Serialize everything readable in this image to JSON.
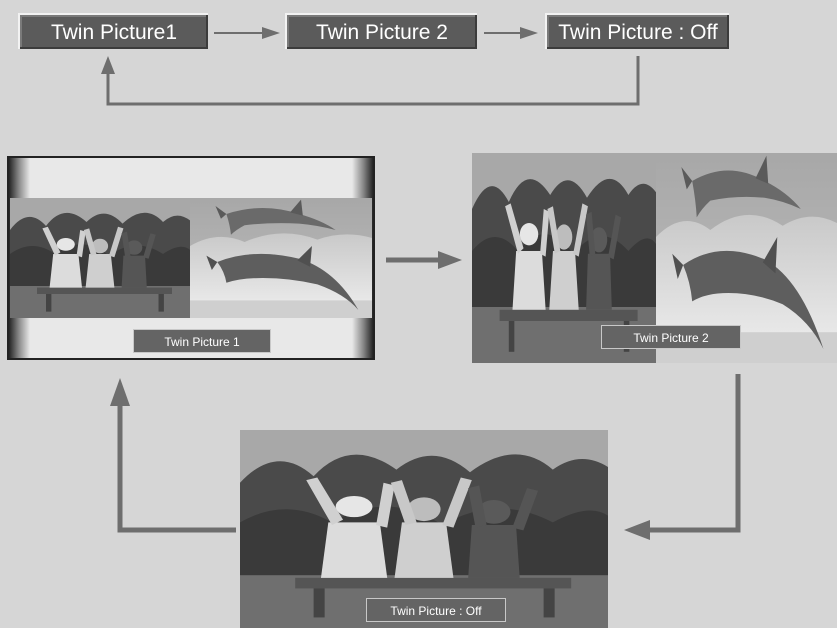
{
  "mode_sequence": {
    "labels": [
      "Twin Picture1",
      "Twin Picture 2",
      "Twin Picture : Off"
    ]
  },
  "screens": {
    "twin1_label": "Twin Picture 1",
    "twin2_label": "Twin Picture 2",
    "off_label": "Twin Picture : Off"
  },
  "colors": {
    "background": "#d6d6d6",
    "button": "#5b5b5b",
    "arrow": "#6e6e6e"
  }
}
